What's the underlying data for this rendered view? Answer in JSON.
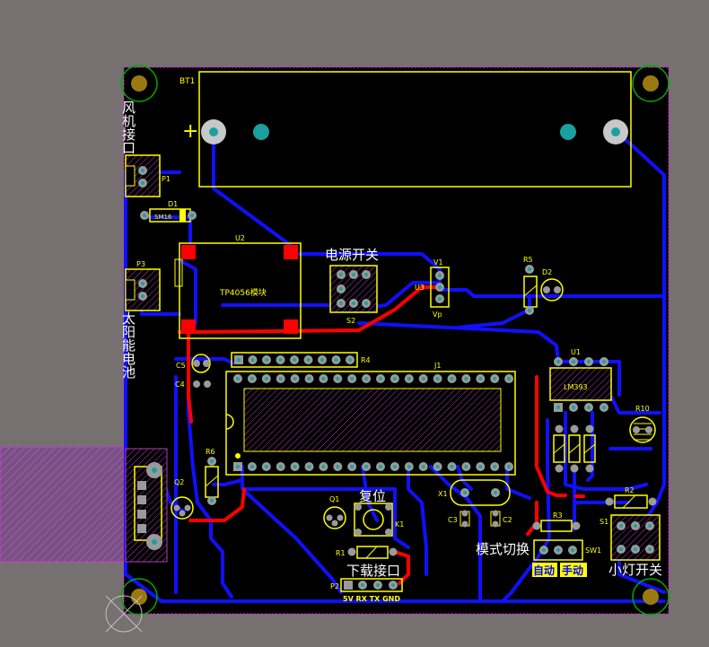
{
  "board": {
    "colors": {
      "background": "#767070",
      "board": "#000000",
      "top_copper": "#ff0000",
      "bottom_copper": "#1010ff",
      "silkscreen": "#ffff00",
      "pad": "#9a9a9a",
      "via": "#1aa0a0",
      "outline": "#ff00ff",
      "mounting_ring": "#00aa00",
      "mounting_hole": "#9a7a10",
      "label_chinese": "#ffffff"
    },
    "labels": {
      "fan_port": "风机接口",
      "solar_cell": "太阳能电池",
      "power_switch": "电源开关",
      "reset": "复位",
      "download_port": "下载接口",
      "download_pins": "5V RX TX GND",
      "mode_switch": "模式切换",
      "auto": "自动",
      "manual": "手动",
      "light_switch": "小灯开关",
      "module_text": "TP4056模块"
    },
    "designators": {
      "bt1": "BT1",
      "p1": "P1",
      "d1": "D1",
      "d1_body": "SM16",
      "p3": "P3",
      "u2": "U2",
      "s2": "S2",
      "v1": "V1",
      "vp": "Vp",
      "u3": "U3",
      "r5": "R5",
      "d2": "D2",
      "u1": "U1",
      "u1_body": "LM393",
      "r4": "R4",
      "c5": "C5",
      "c4": "C4",
      "j1": "J1",
      "r10": "R10",
      "r6": "R6",
      "q1": "Q1",
      "q2": "Q2",
      "k1": "K1",
      "x1": "X1",
      "c3": "C3",
      "c2": "C2",
      "r1": "R1",
      "p2": "P2",
      "r3": "R3",
      "sw1": "SW1",
      "r2": "R2",
      "s1": "S1"
    }
  }
}
